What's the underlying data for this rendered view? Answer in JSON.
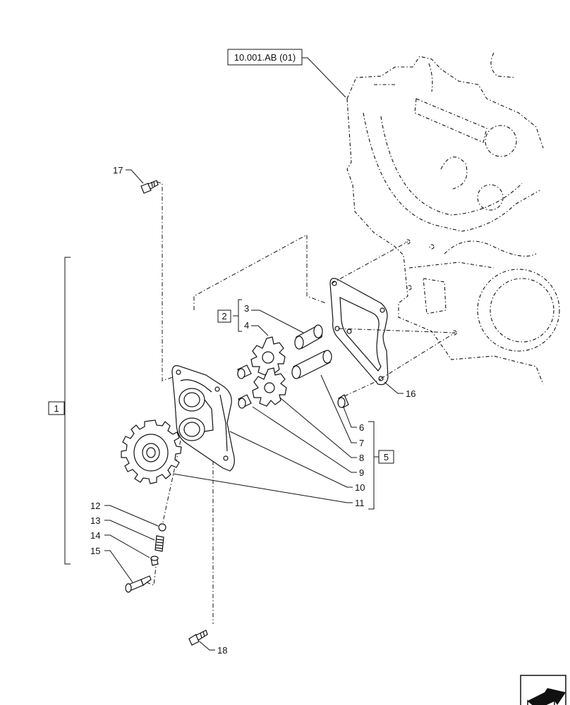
{
  "reference": "10.001.AB (01)",
  "callouts": [
    "1",
    "2",
    "3",
    "4",
    "5",
    "6",
    "7",
    "8",
    "9",
    "10",
    "11",
    "12",
    "13",
    "14",
    "15",
    "16",
    "17",
    "18"
  ],
  "nav_icon": "next-page-arrow-icon"
}
